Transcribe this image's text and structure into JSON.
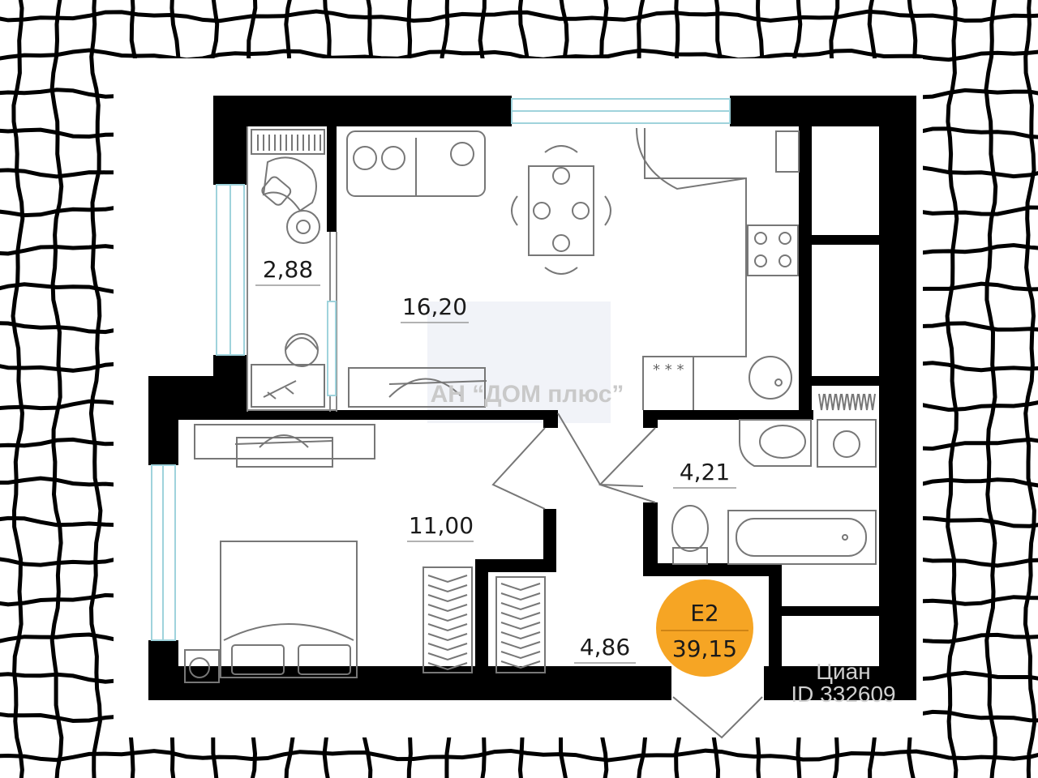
{
  "colors": {
    "wall": "#000000",
    "line": "#777777",
    "window": "#bfe6ec",
    "badge": "#f6a524",
    "grid": "#000000",
    "watermark_box": "#f1f3f8"
  },
  "rooms": [
    {
      "id": "balcony",
      "area": "2,88"
    },
    {
      "id": "kitchen-living",
      "area": "16,20"
    },
    {
      "id": "bedroom",
      "area": "11,00"
    },
    {
      "id": "bathroom",
      "area": "4,21"
    },
    {
      "id": "hallway",
      "area": "4,86"
    }
  ],
  "badge": {
    "code": "E2",
    "total_area": "39,15"
  },
  "watermark": {
    "agency": "АН “ДОМ плюс”",
    "corner": "Циан",
    "corner_id": "ID 332609"
  },
  "icons": [
    "armchair-icon",
    "sofa-icon",
    "dining-table-icon",
    "stove-icon",
    "sink-icon",
    "bed-icon",
    "wardrobe-icon",
    "toilet-icon",
    "bathtub-icon",
    "washing-machine-icon",
    "desk-icon",
    "fan-icon"
  ]
}
